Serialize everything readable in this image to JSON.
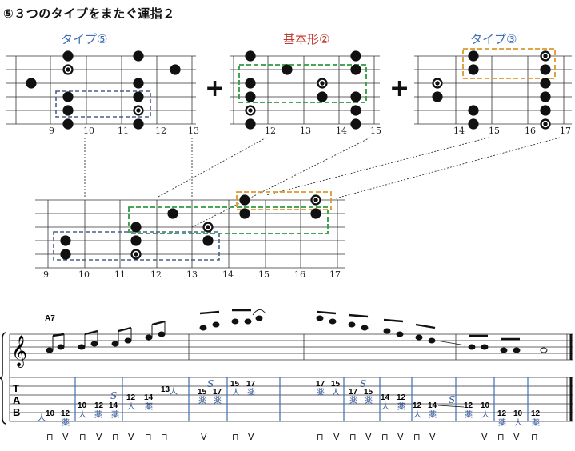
{
  "title": "⑤３つのタイプをまたぐ運指２",
  "diagrams": {
    "type5": {
      "label": "タイプ⑤",
      "label_color": "#3f6fb5",
      "frets": [
        "9",
        "10",
        "11",
        "12",
        "13"
      ]
    },
    "basic2": {
      "label": "基本形②",
      "label_color": "#c0392b",
      "frets": [
        "12",
        "13",
        "14",
        "15"
      ]
    },
    "type3": {
      "label": "タイプ③",
      "label_color": "#3f6fb5",
      "frets": [
        "14",
        "15",
        "16",
        "17"
      ]
    },
    "combined": {
      "frets": [
        "9",
        "10",
        "11",
        "12",
        "13",
        "14",
        "15",
        "16",
        "17"
      ]
    }
  },
  "plus_sign": "+",
  "box_colors": {
    "type5": "#4a5f86",
    "basic2": "#2e9a3e",
    "type3": "#d9992a"
  },
  "chord_symbol": "A7",
  "tab_clef": [
    "T",
    "A",
    "B"
  ],
  "tab_notes": [
    {
      "fret": "10",
      "finger": "人"
    },
    {
      "fret": "12",
      "finger": "薬"
    },
    {
      "fret": "10",
      "finger": "人"
    },
    {
      "fret": "12",
      "finger": "薬"
    },
    {
      "fret": "14",
      "finger": "薬"
    },
    {
      "fret": "12",
      "finger": "人"
    },
    {
      "fret": "14",
      "finger": "薬"
    },
    {
      "fret": "13",
      "finger": "人"
    },
    {
      "fret": "15",
      "finger": "薬"
    },
    {
      "fret": "17",
      "finger": "薬"
    },
    {
      "fret": "15",
      "finger": "人"
    },
    {
      "fret": "17",
      "finger": "薬"
    },
    {
      "fret": "17",
      "finger": "薬"
    },
    {
      "fret": "15",
      "finger": "人"
    },
    {
      "fret": "17",
      "finger": "薬"
    },
    {
      "fret": "15",
      "finger": "薬"
    },
    {
      "fret": "14",
      "finger": "人"
    },
    {
      "fret": "12",
      "finger": "薬"
    },
    {
      "fret": "12",
      "finger": "人"
    },
    {
      "fret": "14",
      "finger": "薬"
    },
    {
      "fret": "12",
      "finger": "薬"
    },
    {
      "fret": "10",
      "finger": "人"
    },
    {
      "fret": "12",
      "finger": "薬"
    },
    {
      "fret": "10",
      "finger": "人"
    },
    {
      "fret": "12",
      "finger": "薬"
    }
  ],
  "slide_mark": "S",
  "picking": {
    "down": "⊓",
    "up": "V"
  }
}
